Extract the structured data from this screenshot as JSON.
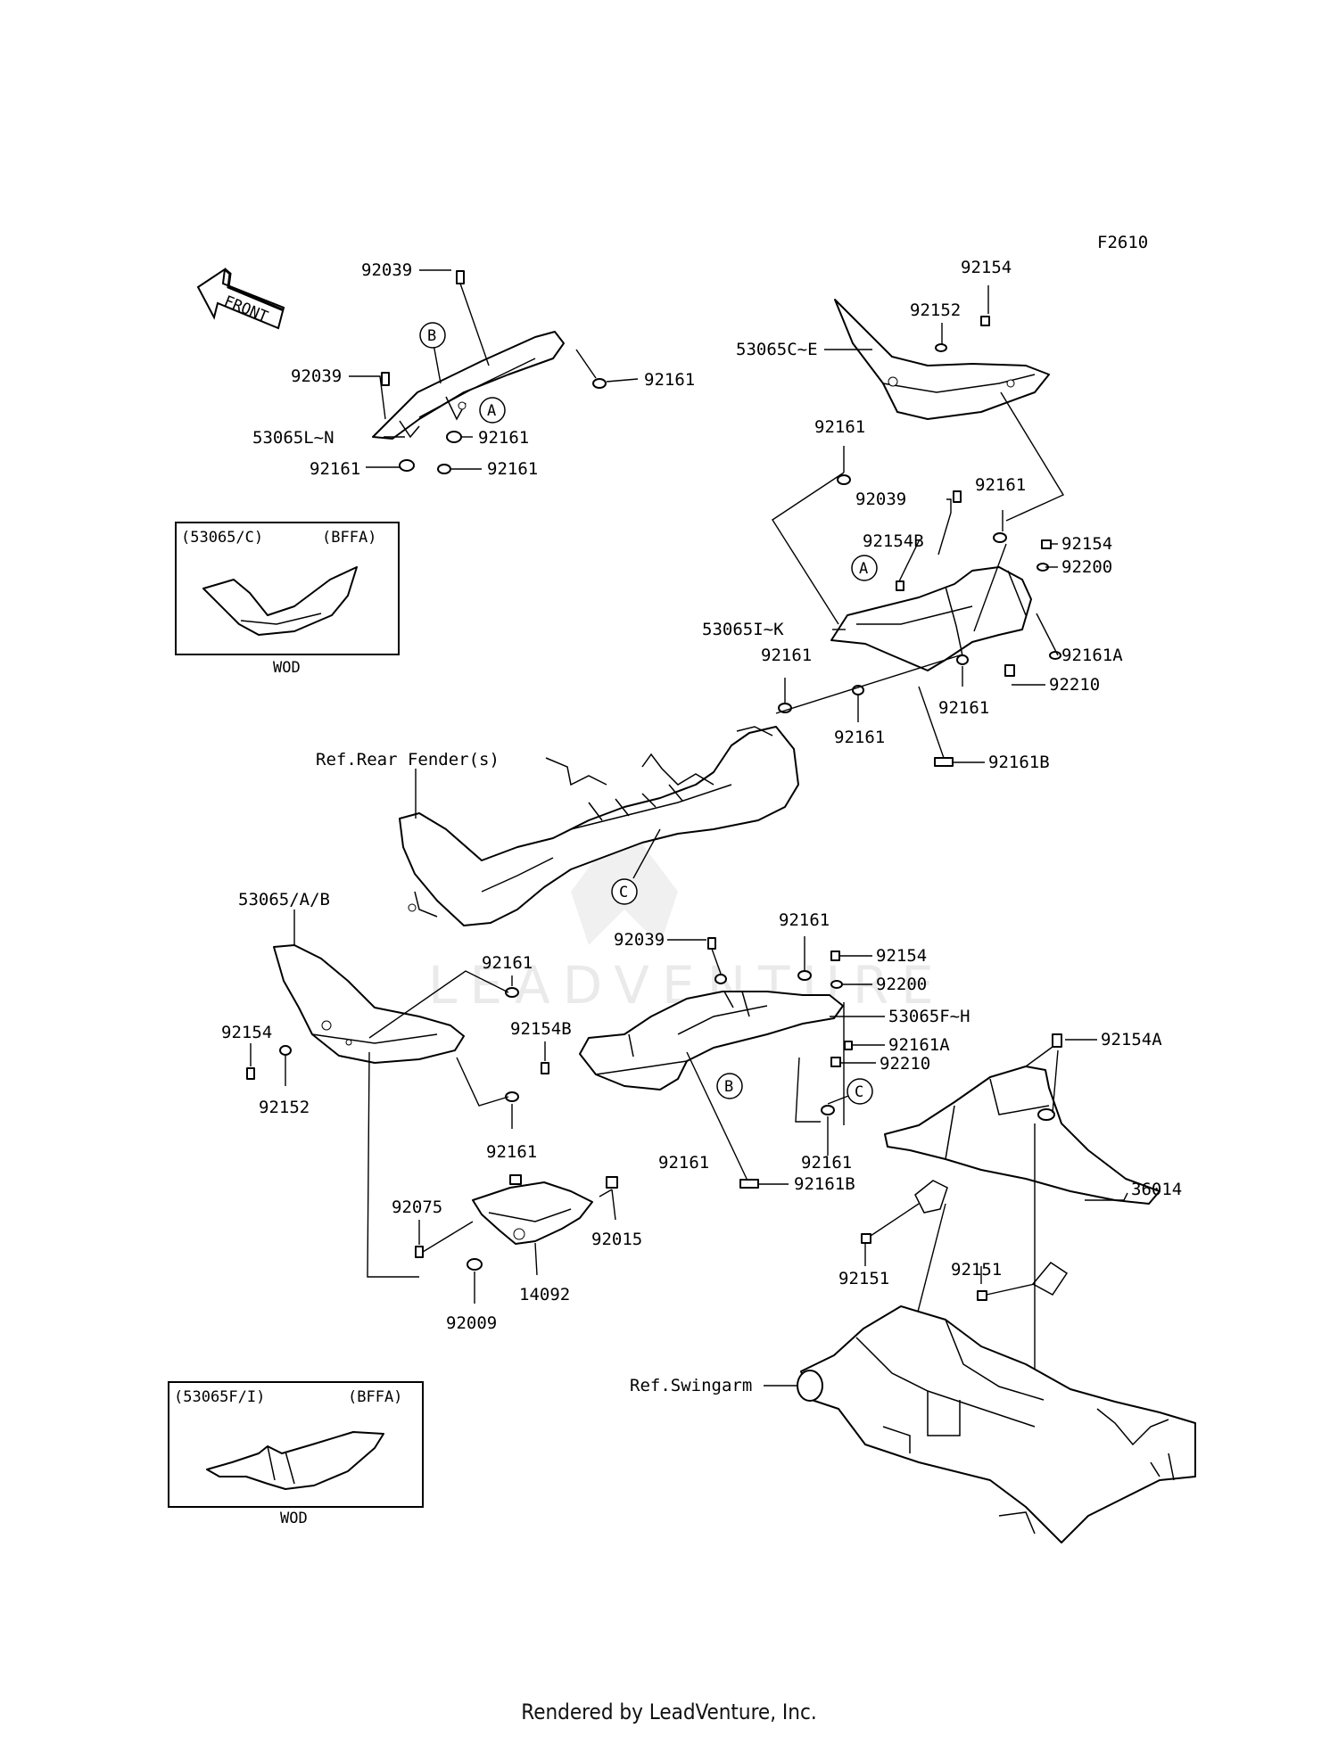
{
  "figure_code": "F2610",
  "front_arrow": "FRONT",
  "watermark": "LEADVENTURE",
  "footer": "Rendered by LeadVenture, Inc.",
  "callouts": {
    "a": "A",
    "b": "B",
    "c": "C"
  },
  "labels": {
    "p92154_top": "92154",
    "p92152_top": "92152",
    "p53065C_E": "53065C~E",
    "p92039_tl1": "92039",
    "p92039_tl2": "92039",
    "p92161_tl1": "92161",
    "p92161_tl2": "92161",
    "p92161_tl3": "92161",
    "p92161_tl4": "92161",
    "p53065L_N": "53065L~N",
    "p92161_m1": "92161",
    "p92039_m": "92039",
    "p92161_m2": "92161",
    "p92154B_m": "92154B",
    "p92154_m": "92154",
    "p92200_m": "92200",
    "p53065I_K": "53065I~K",
    "p92161A_m": "92161A",
    "p92161_m3": "92161",
    "p92210_m": "92210",
    "p92161_m4": "92161",
    "p92161_m5": "92161",
    "p92161B_m": "92161B",
    "ref_rear_fender": "Ref.Rear Fender(s)",
    "p53065_AB": "53065/A/B",
    "p92161_l1": "92161",
    "p92039_l": "92039",
    "p92161_l2": "92161",
    "p92154_l1": "92154",
    "p92200_l": "92200",
    "p92154B_l": "92154B",
    "p53065F_H": "53065F~H",
    "p92154_l2": "92154",
    "p92161A_l": "92161A",
    "p92210_l": "92210",
    "p92154A": "92154A",
    "p92152_l": "92152",
    "p92161_l3": "92161",
    "p92161_l4": "92161",
    "p92161_l5": "92161",
    "p92161B_l": "92161B",
    "p36014": "36014",
    "p92075": "92075",
    "p92015": "92015",
    "p14092": "14092",
    "p92009": "92009",
    "p92151_a": "92151",
    "p92151_b": "92151",
    "ref_swingarm": "Ref.Swingarm"
  },
  "insets": [
    {
      "code": "(53065/C)",
      "variant": "(BFFA)",
      "caption": "WOD"
    },
    {
      "code": "(53065F/I)",
      "variant": "(BFFA)",
      "caption": "WOD"
    }
  ]
}
